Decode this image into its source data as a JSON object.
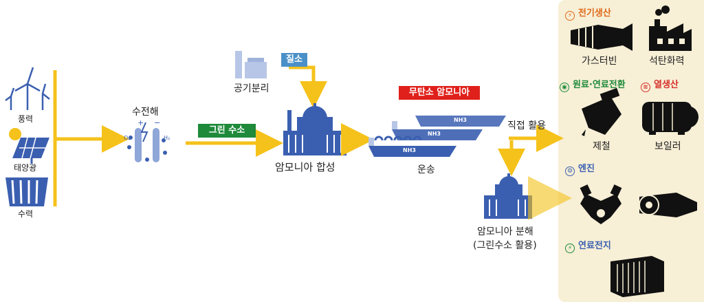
{
  "sources": {
    "wind": "풍력",
    "solar": "태양광",
    "hydro": "수력"
  },
  "steps": {
    "electrolysis": "수전해",
    "air_separation": "공기분리",
    "synthesis": "암모니아 합성",
    "transport": "운송",
    "direct_use": "직접 활용",
    "cracking_line1": "암모니아 분해",
    "cracking_line2": "(그린수소 활용)"
  },
  "tags": {
    "nitrogen": "질소",
    "green_hydrogen": "그린 수소",
    "carbon_free_ammonia": "무탄소 암모니아"
  },
  "ship_label": "NH3",
  "electrolyzer_labels": {
    "o2": "O₂",
    "h2": "H₂"
  },
  "applications": {
    "power": {
      "title": "전기생산",
      "items": [
        "가스터빈",
        "석탄화력"
      ]
    },
    "feedstock": {
      "title": "원료·연료전환"
    },
    "heat": {
      "title": "열생산"
    },
    "heat_items": [
      "제철",
      "보일러"
    ],
    "engine": {
      "title": "엔진"
    },
    "fuel_cell": {
      "title": "연료전지"
    }
  },
  "colors": {
    "arrow": "#f5c21b",
    "nitrogen_tag": "#4a90c8",
    "green_tag": "#1e8a3a",
    "ammonia_tag": "#e0201b",
    "icon_blue": "#3b5fb0",
    "panel_bg": "#f7efd6",
    "power_title": "#e06a1a",
    "feedstock_title": "#1e8a3a",
    "heat_title": "#d8302a",
    "engine_title": "#3b5fb0",
    "fuel_cell_title": "#3b5fb0"
  }
}
